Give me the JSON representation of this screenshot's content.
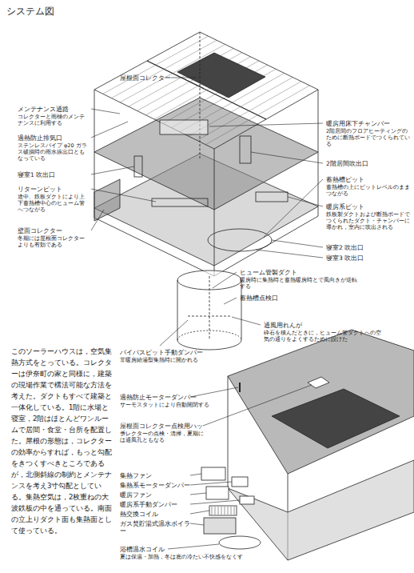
{
  "diagram": {
    "title": "システム図",
    "labels": [
      "屋根面コレクター",
      "メンテナンス通路",
      "コレクターと雨樋のメンテナンスに利用する",
      "過熱防止排気口",
      "ステンレスパイプ φ20 ガラス破損時の雨水抜出口ともなっている",
      "寝室1 吹出口",
      "リターンピット",
      "途中、鉄板ダクトにより上下蓄熱槽中心のヒューム管へつながる",
      "壁面コレクター",
      "冬期には屋根面コレクターよりも有効である",
      "暖房用床下チャンバー",
      "2階居間のフロアヒーティングのために断熱ボードでつくられている",
      "2階居間吹出口",
      "蓄熱槽ピット",
      "蓄熱槽の上にピットレベルのままつながる",
      "暖房系ピット",
      "鉄板製ダクトおよび断熱ボードでつくられたダクト・チャンバーに導かれ，室内に吹出される",
      "寝室2 吹出口",
      "寝室3 吹出口",
      "ヒューム管製ダクト",
      "暖房時に集熱時と蓄熱暖房時とで風向きが逆転する",
      "蓄熱槽点検口",
      "通風用れんが",
      "砕石を積んだときに，ヒューム管ダクトへの空気の通りをよくするために設けた",
      "バイパスピット手動ダンパー",
      "非暖房給湯型集熱時に開かれる",
      "このソーラーハウスは，空気集熱方式をとっている。コレクターは伊奈町の家と同様に，建築の現場作業で構法可能な方法を考えた。ダクトもすべて建築と一体化している。1階に水場と寝室，2階はほとんどワンルームで居間・食堂・台所を配置した。屋根の形態は，コレクターの効率からすれば，もっと勾配をきつくすべきところであるが，北側斜線の制約とメンテナンスを考え3寸勾配としている。集熱空気は，2枚重ねの大波鉄板の中を通っている。南面の立上りダクト面も集熱面として使っている。",
      "過熱防止モーターダンパー",
      "サーモスタットにより自動開閉する",
      "屋根面コレクター点検用ハッチ",
      "コレクターの点検・清掃，夏期には通風孔ともなる",
      "集熱ファン",
      "集熱系モーターダンパー",
      "暖房ファン",
      "暖房系手動ダンパー",
      "熱交換コイル",
      "ガス焚貯湯式温水ボイラー",
      "浴槽温水コイル",
      "夏は保温・加熱，冬は底の冷たい不快感をなくす"
    ]
  }
}
